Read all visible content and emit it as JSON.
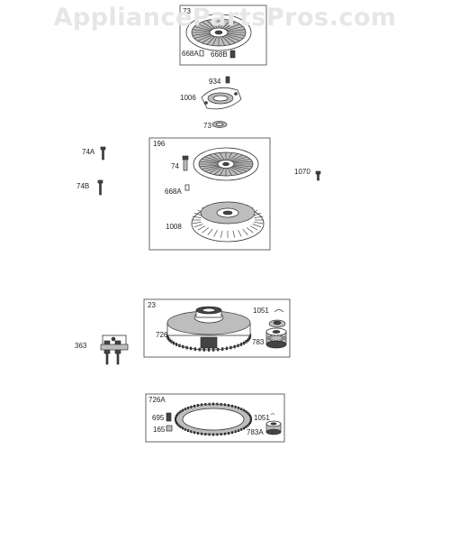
{
  "watermark": "AppliancePartsPros.com",
  "labels": {
    "g73": "73",
    "l668A_top": "668A",
    "l668B": "668B",
    "l934": "934",
    "l1006": "1006",
    "l73_ring": "73",
    "l74A": "74A",
    "l74B": "74B",
    "g196": "196",
    "l74": "74",
    "l668A_mid": "668A",
    "l1008": "1008",
    "l1070": "1070",
    "g23": "23",
    "l1051_a": "1051",
    "l726": "726",
    "l783": "783",
    "l363": "363",
    "g726A": "726A",
    "l695": "695",
    "l165": "165",
    "l1051_b": "1051",
    "l783A": "783A"
  }
}
